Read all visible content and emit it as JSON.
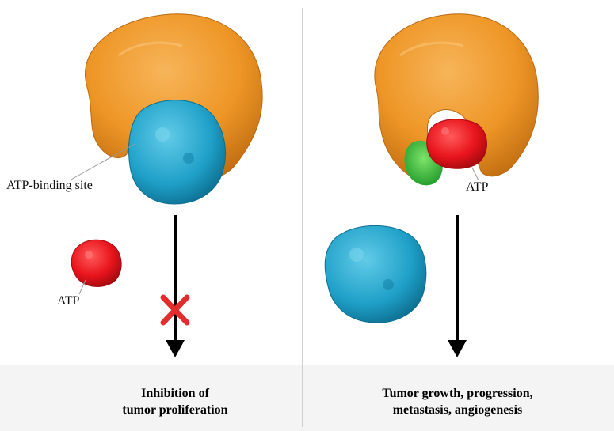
{
  "left_panel": {
    "binding_site_label": "ATP-binding site",
    "atp_label": "ATP",
    "outcome_line1": "Inhibition of",
    "outcome_line2": "tumor proliferation"
  },
  "right_panel": {
    "atp_label": "ATP",
    "outcome_line1": "Tumor growth, progression,",
    "outcome_line2": "metastasis, angiogenesis"
  },
  "colors": {
    "kinase": "#f09a2c",
    "inhibitor": "#1fa6cc",
    "atp": "#e8141c",
    "binding_site_green": "#3bbf3b",
    "block_mark": "#e22d2d",
    "arrow": "#000000"
  },
  "icons": [
    "kinase-protein-icon",
    "inhibitor-molecule-icon",
    "atp-molecule-icon",
    "block-x-icon",
    "arrow-down-icon"
  ]
}
